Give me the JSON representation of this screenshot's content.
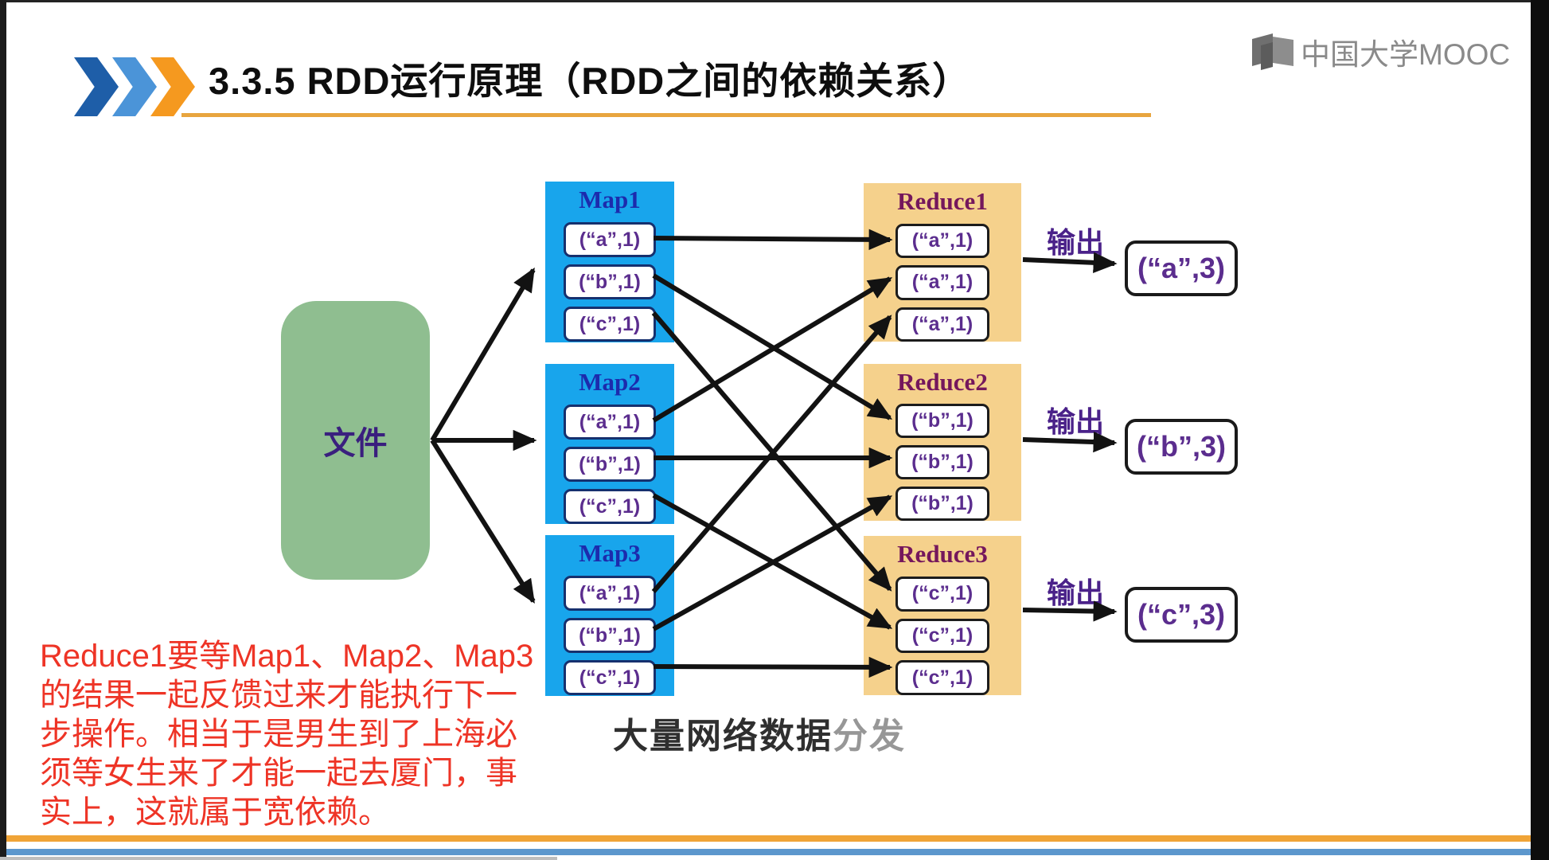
{
  "header": {
    "title": "3.3.5 RDD运行原理（RDD之间的依赖关系）",
    "logo_text": "中国大学MOOC"
  },
  "file_box": {
    "label": "文件"
  },
  "maps": [
    {
      "title": "Map1",
      "items": [
        "(“a”,1)",
        "(“b”,1)",
        "(“c”,1)"
      ]
    },
    {
      "title": "Map2",
      "items": [
        "(“a”,1)",
        "(“b”,1)",
        "(“c”,1)"
      ]
    },
    {
      "title": "Map3",
      "items": [
        "(“a”,1)",
        "(“b”,1)",
        "(“c”,1)"
      ]
    }
  ],
  "reduces": [
    {
      "title": "Reduce1",
      "items": [
        "(“a”,1)",
        "(“a”,1)",
        "(“a”,1)"
      ]
    },
    {
      "title": "Reduce2",
      "items": [
        "(“b”,1)",
        "(“b”,1)",
        "(“b”,1)"
      ]
    },
    {
      "title": "Reduce3",
      "items": [
        "(“c”,1)",
        "(“c”,1)",
        "(“c”,1)"
      ]
    }
  ],
  "outputs": [
    {
      "label": "输出",
      "value": "(“a”,3)"
    },
    {
      "label": "输出",
      "value": "(“b”,3)"
    },
    {
      "label": "输出",
      "value": "(“c”,3)"
    }
  ],
  "caption": {
    "dark": "大量网络数据",
    "gray": "分发"
  },
  "note": {
    "lines": [
      "Reduce1要等Map1、Map2、Map3",
      "的结果一起反馈过来才能执行下一",
      "步操作。相当于是男生到了上海必",
      "须等女生来了才能一起去厦门，事",
      "实上，这就属于宽依赖。"
    ]
  },
  "colors": {
    "map_box_blue": "#18A5EC",
    "reduce_box_tan": "#F5D18C",
    "file_box_green": "#8FBE90",
    "pill_text_purple": "#5B2D8E",
    "map_title_blue": "#1C2BAD",
    "reduce_title_purple": "#75175C",
    "output_label_purple": "#4A2189",
    "note_red": "#EE3426",
    "title_underline_orange": "#E8A53E",
    "bottom_bar_orange": "#F0A437",
    "bottom_bar_blue": "#5C97CD",
    "chevron_dark_blue": "#1E5EA8",
    "chevron_light_blue": "#4B94D8",
    "chevron_orange": "#F5991F",
    "arrow_black": "#121212",
    "logo_gray": "#8A8A8A"
  }
}
